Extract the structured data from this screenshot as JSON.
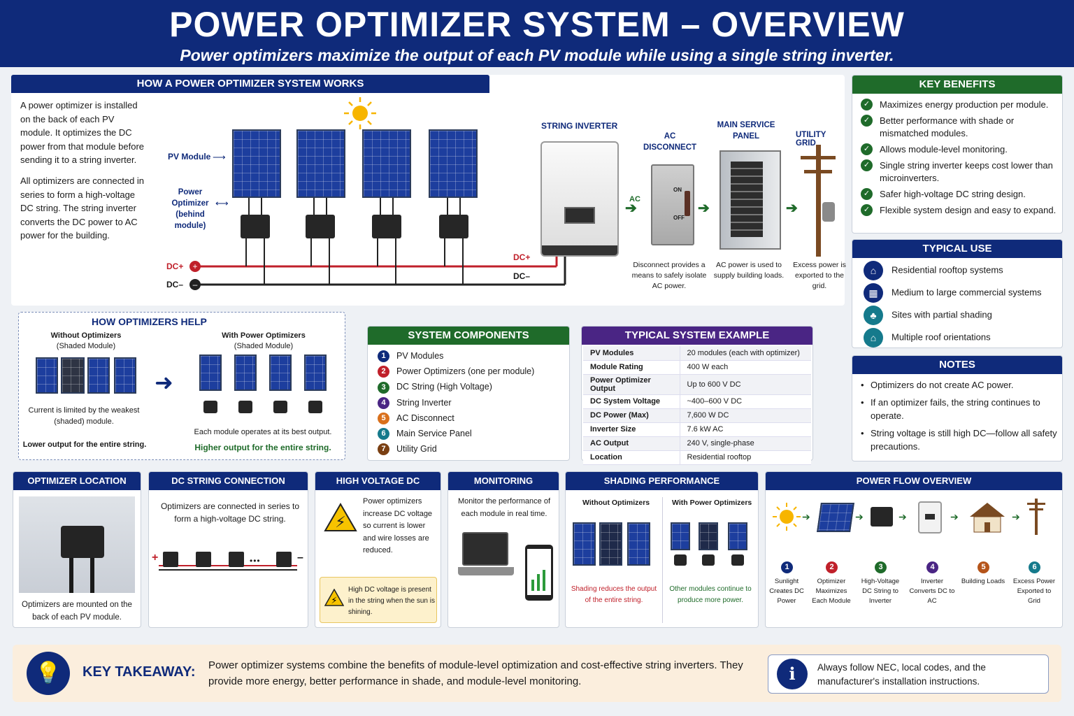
{
  "header": {
    "title": "POWER OPTIMIZER SYSTEM – OVERVIEW",
    "subtitle": "Power optimizers maximize the output of each PV module while using a single string inverter."
  },
  "how_works": {
    "title": "HOW A POWER OPTIMIZER SYSTEM WORKS",
    "para1": "A power optimizer is installed on the back of each PV module. It optimizes the DC power from that module before sending it to a string inverter.",
    "para2": "All optimizers are connected in series to form a high-voltage DC string. The string inverter converts the DC power to AC power for the building.",
    "pv_module_label": "PV Module",
    "optimizer_label": "Power Optimizer (behind module)",
    "dc_plus": "DC+",
    "dc_minus": "DC–",
    "inverter_label": "STRING INVERTER",
    "ac_disconnect_label": "AC DISCONNECT",
    "main_panel_label": "MAIN SERVICE PANEL",
    "utility_label": "UTILITY GRID",
    "ac_label": "AC",
    "on_label": "ON",
    "off_label": "OFF",
    "disconnect_caption": "Disconnect provides a means to safely isolate AC power.",
    "panel_caption": "AC power is used to supply building loads.",
    "utility_caption": "Excess power is exported to the grid."
  },
  "key_benefits": {
    "title": "KEY BENEFITS",
    "items": [
      "Maximizes energy production per module.",
      "Better performance with shade or mismatched modules.",
      "Allows module-level monitoring.",
      "Single string inverter keeps cost lower than microinverters.",
      "Safer high-voltage DC string design.",
      "Flexible system design and easy to expand."
    ]
  },
  "typical_use": {
    "title": "TYPICAL USE",
    "items": [
      "Residential rooftop systems",
      "Medium to large commercial systems",
      "Sites with partial shading",
      "Multiple roof orientations"
    ]
  },
  "notes": {
    "title": "NOTES",
    "items": [
      "Optimizers do not create AC power.",
      "If an optimizer fails, the string continues to operate.",
      "String voltage is still high DC—follow all safety precautions."
    ]
  },
  "how_helps": {
    "title": "HOW OPTIMIZERS HELP",
    "without_title": "Without Optimizers",
    "without_sub": "(Shaded Module)",
    "with_title": "With Power Optimizers",
    "with_sub": "(Shaded Module)",
    "without_caption": "Current is limited by the weakest (shaded) module.",
    "with_caption": "Each module operates at its best output.",
    "without_result": "Lower output for the entire string.",
    "with_result": "Higher output for the entire string."
  },
  "components": {
    "title": "SYSTEM COMPONENTS",
    "items": [
      {
        "n": "1",
        "label": "PV Modules",
        "color": "#0f2a7a"
      },
      {
        "n": "2",
        "label": "Power Optimizers (one per module)",
        "color": "#c0202a"
      },
      {
        "n": "3",
        "label": "DC String (High Voltage)",
        "color": "#1f6b2a"
      },
      {
        "n": "4",
        "label": "String Inverter",
        "color": "#4a2584"
      },
      {
        "n": "5",
        "label": "AC Disconnect",
        "color": "#d9701c"
      },
      {
        "n": "6",
        "label": "Main Service Panel",
        "color": "#157a8c"
      },
      {
        "n": "7",
        "label": "Utility Grid",
        "color": "#7a3f12"
      }
    ]
  },
  "example": {
    "title": "TYPICAL SYSTEM EXAMPLE",
    "rows": [
      [
        "PV Modules",
        "20 modules (each with optimizer)"
      ],
      [
        "Module Rating",
        "400 W each"
      ],
      [
        "Power Optimizer Output",
        "Up to 600 V DC"
      ],
      [
        "DC System Voltage",
        "~400–600 V DC"
      ],
      [
        "DC Power (Max)",
        "7,600 W DC"
      ],
      [
        "Inverter Size",
        "7.6 kW AC"
      ],
      [
        "AC Output",
        "240 V, single-phase"
      ],
      [
        "Location",
        "Residential rooftop"
      ]
    ]
  },
  "location": {
    "title": "OPTIMIZER LOCATION",
    "caption": "Optimizers are mounted on the back of each PV module."
  },
  "dc_string": {
    "title": "DC STRING CONNECTION",
    "text": "Optimizers are connected in series to form a high-voltage DC string.",
    "plus": "+",
    "minus": "–",
    "dots": "•••"
  },
  "high_voltage": {
    "title": "HIGH VOLTAGE DC",
    "text": "Power optimizers increase DC voltage so current is lower and wire losses are reduced.",
    "warning": "High DC voltage is present in the string when the sun is shining."
  },
  "monitoring": {
    "title": "MONITORING",
    "text": "Monitor the performance of each module in real time."
  },
  "shading": {
    "title": "SHADING PERFORMANCE",
    "without": "Without Optimizers",
    "with": "With Power Optimizers",
    "without_caption": "Shading reduces the output of the entire string.",
    "with_caption": "Other modules continue to produce more power."
  },
  "power_flow": {
    "title": "POWER FLOW OVERVIEW",
    "steps": [
      {
        "n": "1",
        "label": "Sunlight Creates DC Power",
        "color": "#0f2a7a"
      },
      {
        "n": "2",
        "label": "Optimizer Maximizes Each Module",
        "color": "#c0202a"
      },
      {
        "n": "3",
        "label": "High-Voltage DC String to Inverter",
        "color": "#1f6b2a"
      },
      {
        "n": "4",
        "label": "Inverter Converts DC to AC",
        "color": "#4a2584"
      },
      {
        "n": "5",
        "label": "Building Loads",
        "color": "#b5541a"
      },
      {
        "n": "6",
        "label": "Excess Power Exported to Grid",
        "color": "#157a8c"
      }
    ]
  },
  "takeaway": {
    "label": "KEY TAKEAWAY:",
    "text": "Power optimizer systems combine the benefits of module-level optimization and cost-effective string inverters. They provide more energy, better performance in shade, and module-level monitoring.",
    "info": "Always follow NEC, local codes, and the manufacturer's installation instructions."
  }
}
